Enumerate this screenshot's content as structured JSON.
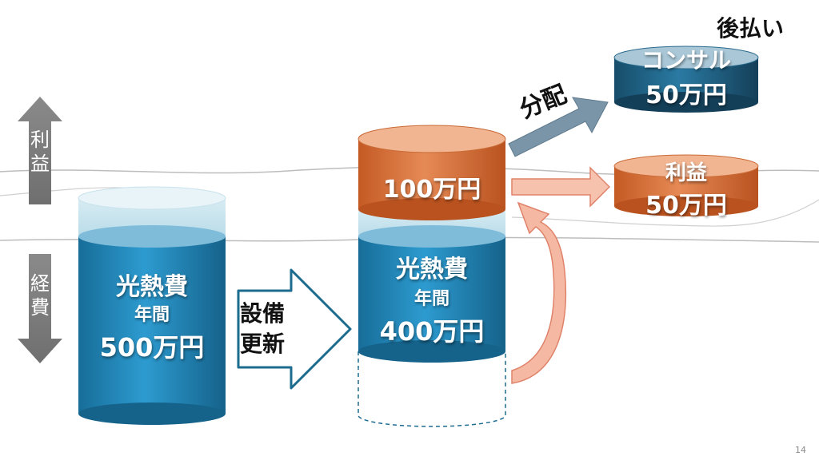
{
  "axis": {
    "profit_label": "利\n益",
    "expense_label": "経\n費"
  },
  "before": {
    "title": "光熱費",
    "period": "年間",
    "amount": "500万円"
  },
  "arrow_label": "設備\n更新",
  "after": {
    "profit_amount": "100万円",
    "title": "光熱費",
    "period": "年間",
    "amount": "400万円"
  },
  "distribute_label": "分配",
  "consultant": {
    "header": "後払い",
    "name": "コンサル",
    "amount": "50万円"
  },
  "profit": {
    "name": "利益",
    "amount": "50万円"
  },
  "page_number": "14",
  "colors": {
    "blue": "#1f87b8",
    "orange": "#d9703a",
    "navy": "#1d5d7e",
    "arrow_gray": "#7f7f7f",
    "pink_arrow": "#f2a48a"
  }
}
